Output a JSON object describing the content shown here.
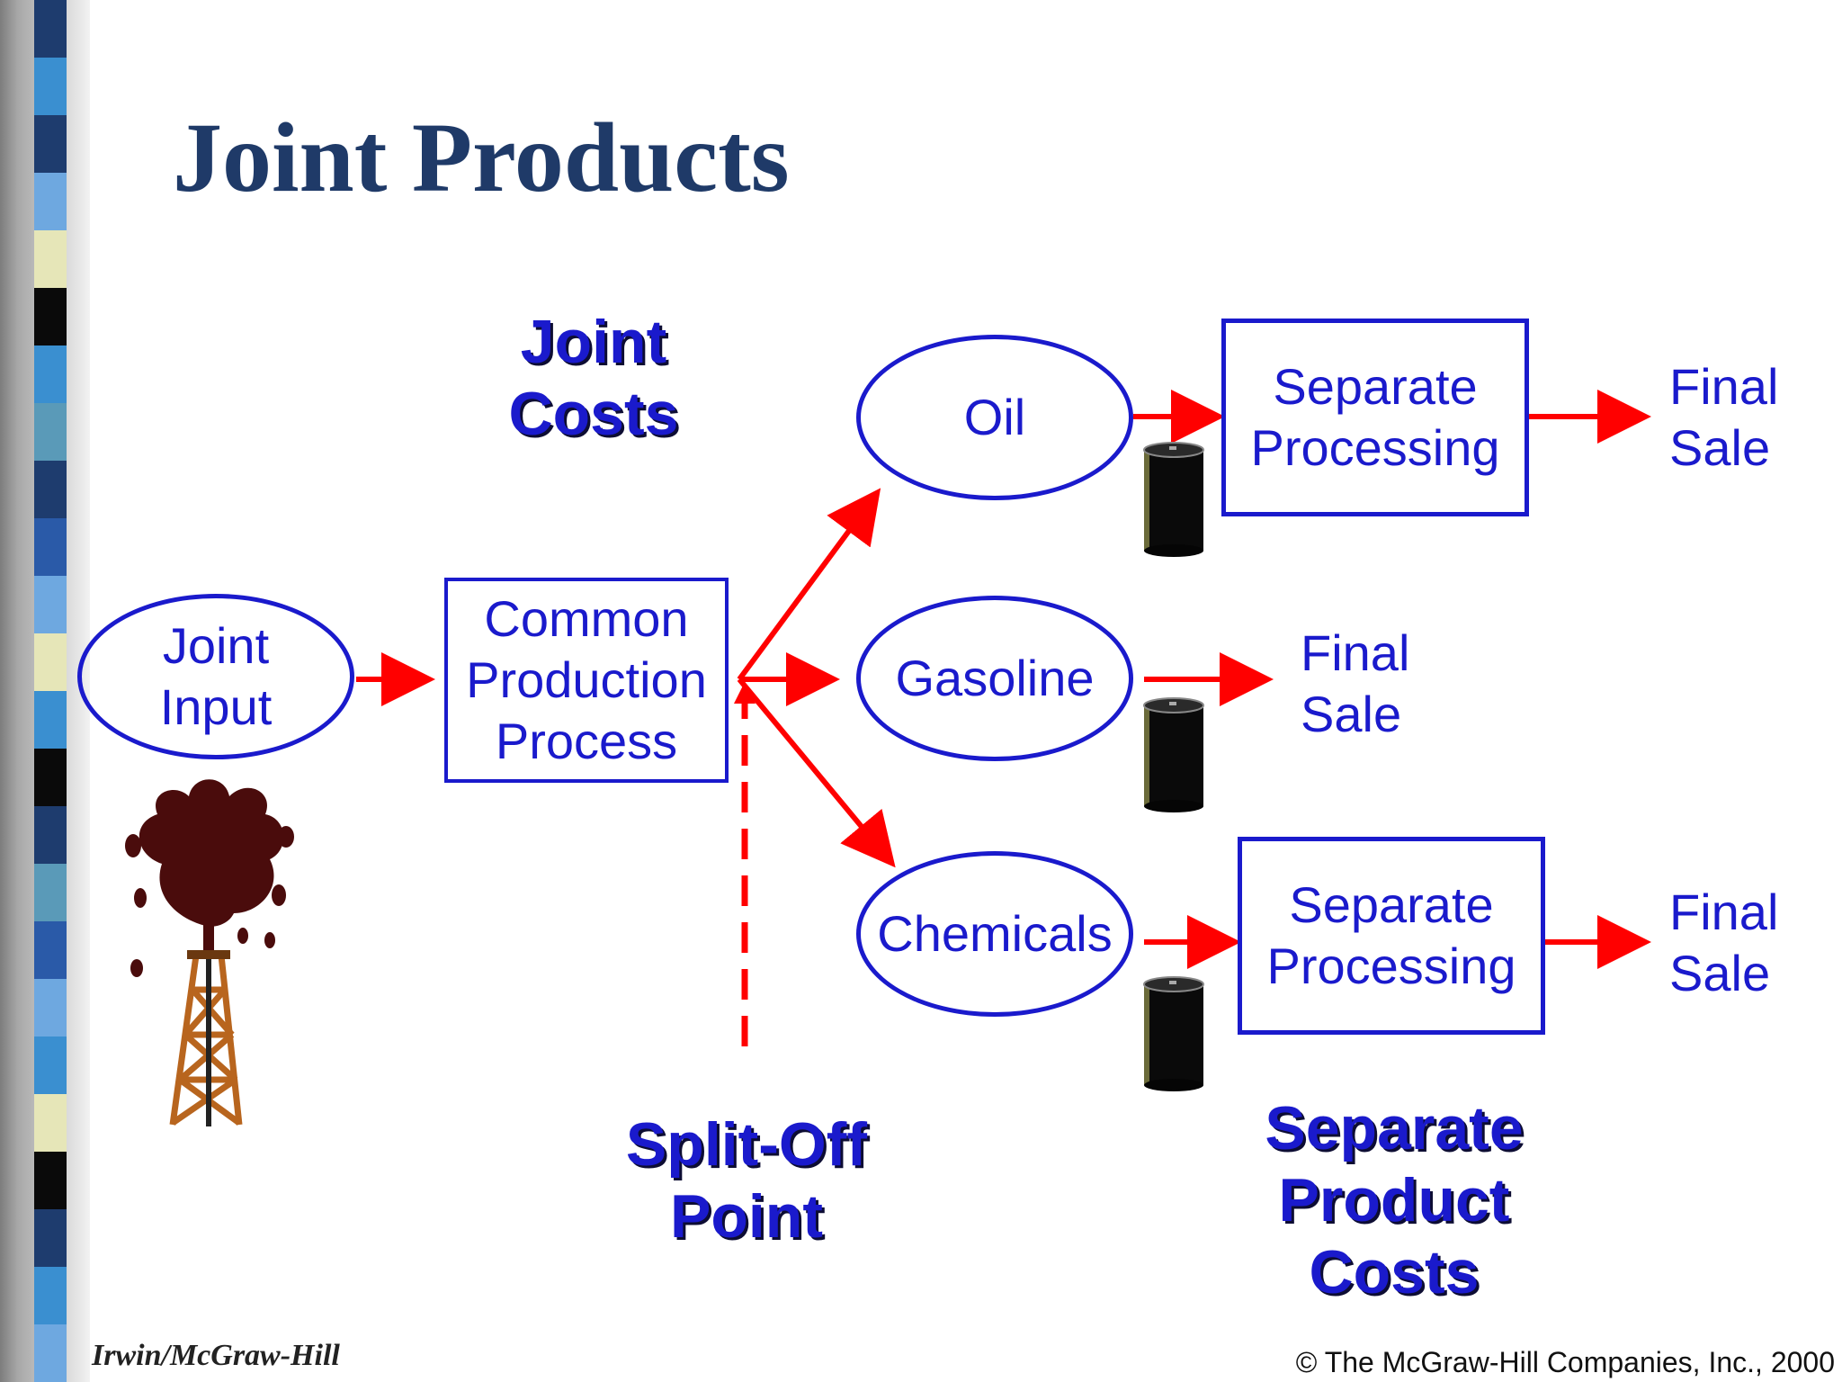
{
  "slide": {
    "title": "Joint Products",
    "footer_left": "Irwin/McGraw-Hill",
    "footer_right": "© The McGraw-Hill Companies, Inc., 2000"
  },
  "colors": {
    "title": "#1f3a68",
    "node_text": "#1a1acc",
    "arrow": "#ff0000",
    "stripe_palette": [
      "#1e3c6e",
      "#3a8fd0",
      "#6ea8e0",
      "#e6e6b8",
      "#0a0a0a",
      "#5a9ab8",
      "#2a5aa8"
    ]
  },
  "nodes": {
    "joint_input": "Joint\nInput",
    "common_production": "Common\nProduction\nProcess",
    "oil": "Oil",
    "gasoline": "Gasoline",
    "chemicals": "Chemicals",
    "separate_processing_1": "Separate\nProcessing",
    "separate_processing_2": "Separate\nProcessing",
    "final_sale_1": "Final\nSale",
    "final_sale_2": "Final\nSale",
    "final_sale_3": "Final\nSale"
  },
  "labels": {
    "joint_costs": "Joint\nCosts",
    "split_off_point": "Split-Off\nPoint",
    "separate_product_costs": "Separate\nProduct\nCosts"
  },
  "icons": {
    "oil_derrick": "oil-derrick-icon",
    "barrel": "oil-barrel-icon"
  }
}
